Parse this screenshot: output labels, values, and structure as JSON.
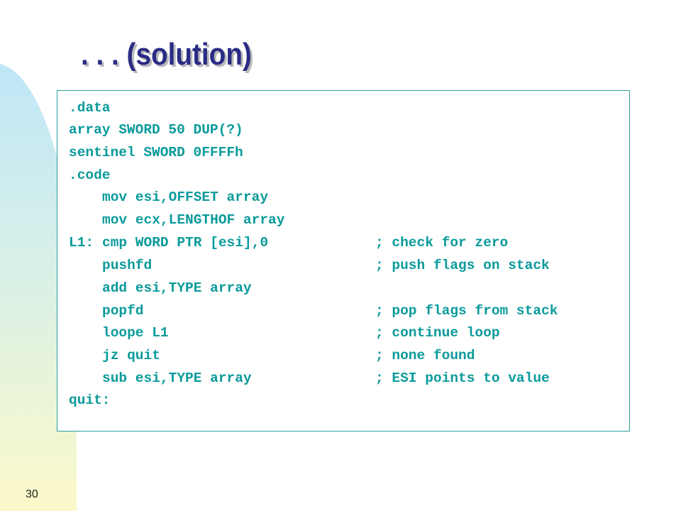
{
  "slide": {
    "title": ". . . (solution)",
    "page_number": "30"
  },
  "code": {
    "lines": [
      {
        "label": "",
        "instruction": ".data",
        "comment": ""
      },
      {
        "label": "",
        "instruction": "array SWORD 50 DUP(?)",
        "comment": ""
      },
      {
        "label": "",
        "instruction": "sentinel SWORD 0FFFFh",
        "comment": ""
      },
      {
        "label": "",
        "instruction": ".code",
        "comment": ""
      },
      {
        "label": "",
        "instruction": "mov esi,OFFSET array",
        "comment": ""
      },
      {
        "label": "",
        "instruction": "mov ecx,LENGTHOF array",
        "comment": ""
      },
      {
        "label": "L1:",
        "instruction": "cmp WORD PTR [esi],0",
        "comment": "; check for zero"
      },
      {
        "label": "",
        "instruction": "pushfd",
        "comment": "; push flags on stack"
      },
      {
        "label": "",
        "instruction": "add esi,TYPE array",
        "comment": ""
      },
      {
        "label": "",
        "instruction": "popfd",
        "comment": "; pop flags from stack"
      },
      {
        "label": "",
        "instruction": "loope L1",
        "comment": "; continue loop"
      },
      {
        "label": "",
        "instruction": "jz quit",
        "comment": "; none found"
      },
      {
        "label": "",
        "instruction": "sub esi,TYPE array",
        "comment": "; ESI points to value"
      },
      {
        "label": "",
        "instruction": "quit:",
        "comment": ""
      }
    ]
  },
  "colors": {
    "title": "#2b2b86",
    "code": "#0b9a9b",
    "box_border": "#2a9ea0"
  }
}
